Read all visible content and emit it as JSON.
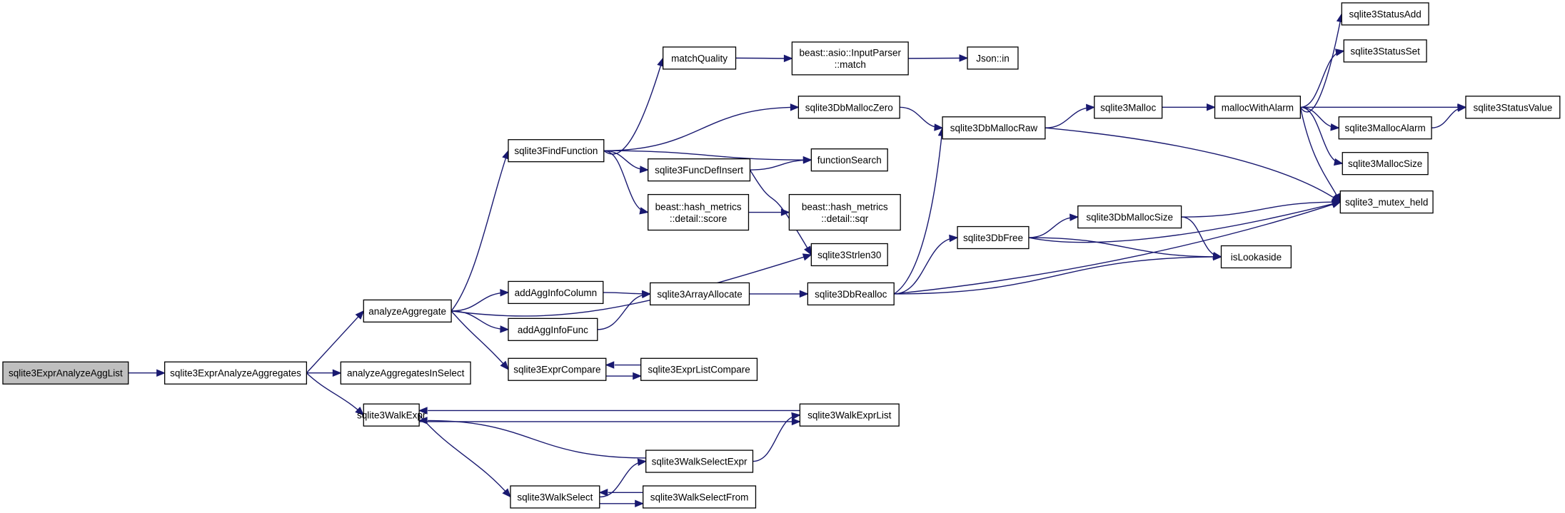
{
  "title": "",
  "colors": {
    "edge": "#191970",
    "root_fill": "#bfbfbf",
    "node_fill": "#ffffff",
    "node_border": "#000000"
  },
  "nodes": [
    {
      "id": "root",
      "lines": [
        "sqlite3ExprAnalyzeAggList"
      ]
    },
    {
      "id": "aggregates",
      "lines": [
        "sqlite3ExprAnalyzeAggregates"
      ]
    },
    {
      "id": "analyzeAggregate",
      "lines": [
        "analyzeAggregate"
      ]
    },
    {
      "id": "analyzeAggregatesInSelect",
      "lines": [
        "analyzeAggregatesInSelect"
      ]
    },
    {
      "id": "walkExpr",
      "lines": [
        "sqlite3WalkExpr"
      ]
    },
    {
      "id": "findFunction",
      "lines": [
        "sqlite3FindFunction"
      ]
    },
    {
      "id": "addAggInfoColumn",
      "lines": [
        "addAggInfoColumn"
      ]
    },
    {
      "id": "addAggInfoFunc",
      "lines": [
        "addAggInfoFunc"
      ]
    },
    {
      "id": "exprCompare",
      "lines": [
        "sqlite3ExprCompare"
      ]
    },
    {
      "id": "walkSelect",
      "lines": [
        "sqlite3WalkSelect"
      ]
    },
    {
      "id": "matchQuality",
      "lines": [
        "matchQuality"
      ]
    },
    {
      "id": "dbMallocZero",
      "lines": [
        "sqlite3DbMallocZero"
      ]
    },
    {
      "id": "funcDefInsert",
      "lines": [
        "sqlite3FuncDefInsert"
      ]
    },
    {
      "id": "hashScore",
      "lines": [
        "beast::hash_metrics",
        "::detail::score"
      ]
    },
    {
      "id": "arrayAllocate",
      "lines": [
        "sqlite3ArrayAllocate"
      ]
    },
    {
      "id": "exprListCompare",
      "lines": [
        "sqlite3ExprListCompare"
      ]
    },
    {
      "id": "walkSelectExpr",
      "lines": [
        "sqlite3WalkSelectExpr"
      ]
    },
    {
      "id": "walkSelectFrom",
      "lines": [
        "sqlite3WalkSelectFrom"
      ]
    },
    {
      "id": "inputParserMatch",
      "lines": [
        "beast::asio::InputParser",
        "::match"
      ]
    },
    {
      "id": "functionSearch",
      "lines": [
        "functionSearch"
      ]
    },
    {
      "id": "hashSqr",
      "lines": [
        "beast::hash_metrics",
        "::detail::sqr"
      ]
    },
    {
      "id": "strlen30",
      "lines": [
        "sqlite3Strlen30"
      ]
    },
    {
      "id": "walkExprList",
      "lines": [
        "sqlite3WalkExprList"
      ]
    },
    {
      "id": "dbRealloc",
      "lines": [
        "sqlite3DbRealloc"
      ]
    },
    {
      "id": "jsonIn",
      "lines": [
        "Json::in"
      ]
    },
    {
      "id": "dbMallocRaw",
      "lines": [
        "sqlite3DbMallocRaw"
      ]
    },
    {
      "id": "dbFree",
      "lines": [
        "sqlite3DbFree"
      ]
    },
    {
      "id": "malloc",
      "lines": [
        "sqlite3Malloc"
      ]
    },
    {
      "id": "dbMallocSize",
      "lines": [
        "sqlite3DbMallocSize"
      ]
    },
    {
      "id": "mallocWithAlarm",
      "lines": [
        "mallocWithAlarm"
      ]
    },
    {
      "id": "isLookaside",
      "lines": [
        "isLookaside"
      ]
    },
    {
      "id": "statusAdd",
      "lines": [
        "sqlite3StatusAdd"
      ]
    },
    {
      "id": "statusSet",
      "lines": [
        "sqlite3StatusSet"
      ]
    },
    {
      "id": "mallocAlarm",
      "lines": [
        "sqlite3MallocAlarm"
      ]
    },
    {
      "id": "mallocSize",
      "lines": [
        "sqlite3MallocSize"
      ]
    },
    {
      "id": "mutexHeld",
      "lines": [
        "sqlite3_mutex_held"
      ]
    },
    {
      "id": "statusValue",
      "lines": [
        "sqlite3StatusValue"
      ]
    }
  ],
  "edges": [
    [
      "root",
      "aggregates"
    ],
    [
      "aggregates",
      "analyzeAggregate"
    ],
    [
      "aggregates",
      "analyzeAggregatesInSelect"
    ],
    [
      "aggregates",
      "walkExpr"
    ],
    [
      "analyzeAggregate",
      "findFunction"
    ],
    [
      "analyzeAggregate",
      "strlen30"
    ],
    [
      "analyzeAggregate",
      "addAggInfoColumn"
    ],
    [
      "analyzeAggregate",
      "addAggInfoFunc"
    ],
    [
      "analyzeAggregate",
      "exprCompare"
    ],
    [
      "findFunction",
      "matchQuality"
    ],
    [
      "findFunction",
      "dbMallocZero"
    ],
    [
      "findFunction",
      "functionSearch"
    ],
    [
      "findFunction",
      "funcDefInsert"
    ],
    [
      "findFunction",
      "hashScore"
    ],
    [
      "matchQuality",
      "inputParserMatch"
    ],
    [
      "inputParserMatch",
      "jsonIn"
    ],
    [
      "dbMallocZero",
      "dbMallocRaw"
    ],
    [
      "funcDefInsert",
      "functionSearch"
    ],
    [
      "funcDefInsert",
      "strlen30"
    ],
    [
      "hashScore",
      "hashSqr"
    ],
    [
      "addAggInfoColumn",
      "arrayAllocate"
    ],
    [
      "addAggInfoFunc",
      "arrayAllocate"
    ],
    [
      "arrayAllocate",
      "dbRealloc"
    ],
    [
      "exprCompare",
      "exprListCompare"
    ],
    [
      "exprListCompare",
      "exprCompare"
    ],
    [
      "walkExpr",
      "walkExprList"
    ],
    [
      "walkExprList",
      "walkExpr"
    ],
    [
      "walkExpr",
      "walkSelect"
    ],
    [
      "walkSelect",
      "walkSelectExpr"
    ],
    [
      "walkSelectExpr",
      "walkExpr"
    ],
    [
      "walkSelectExpr",
      "walkExprList"
    ],
    [
      "walkSelect",
      "walkSelectFrom"
    ],
    [
      "walkSelectFrom",
      "walkSelect"
    ],
    [
      "dbRealloc",
      "dbMallocRaw"
    ],
    [
      "dbRealloc",
      "dbFree"
    ],
    [
      "dbRealloc",
      "isLookaside"
    ],
    [
      "dbRealloc",
      "mutexHeld"
    ],
    [
      "dbMallocRaw",
      "malloc"
    ],
    [
      "dbMallocRaw",
      "mutexHeld"
    ],
    [
      "malloc",
      "mallocWithAlarm"
    ],
    [
      "dbFree",
      "dbMallocSize"
    ],
    [
      "dbFree",
      "isLookaside"
    ],
    [
      "dbFree",
      "mutexHeld"
    ],
    [
      "dbMallocSize",
      "isLookaside"
    ],
    [
      "dbMallocSize",
      "mutexHeld"
    ],
    [
      "mallocWithAlarm",
      "statusAdd"
    ],
    [
      "mallocWithAlarm",
      "statusSet"
    ],
    [
      "mallocWithAlarm",
      "statusValue"
    ],
    [
      "mallocWithAlarm",
      "mallocAlarm"
    ],
    [
      "mallocWithAlarm",
      "mallocSize"
    ],
    [
      "mallocWithAlarm",
      "mutexHeld"
    ],
    [
      "mallocAlarm",
      "statusValue"
    ]
  ]
}
